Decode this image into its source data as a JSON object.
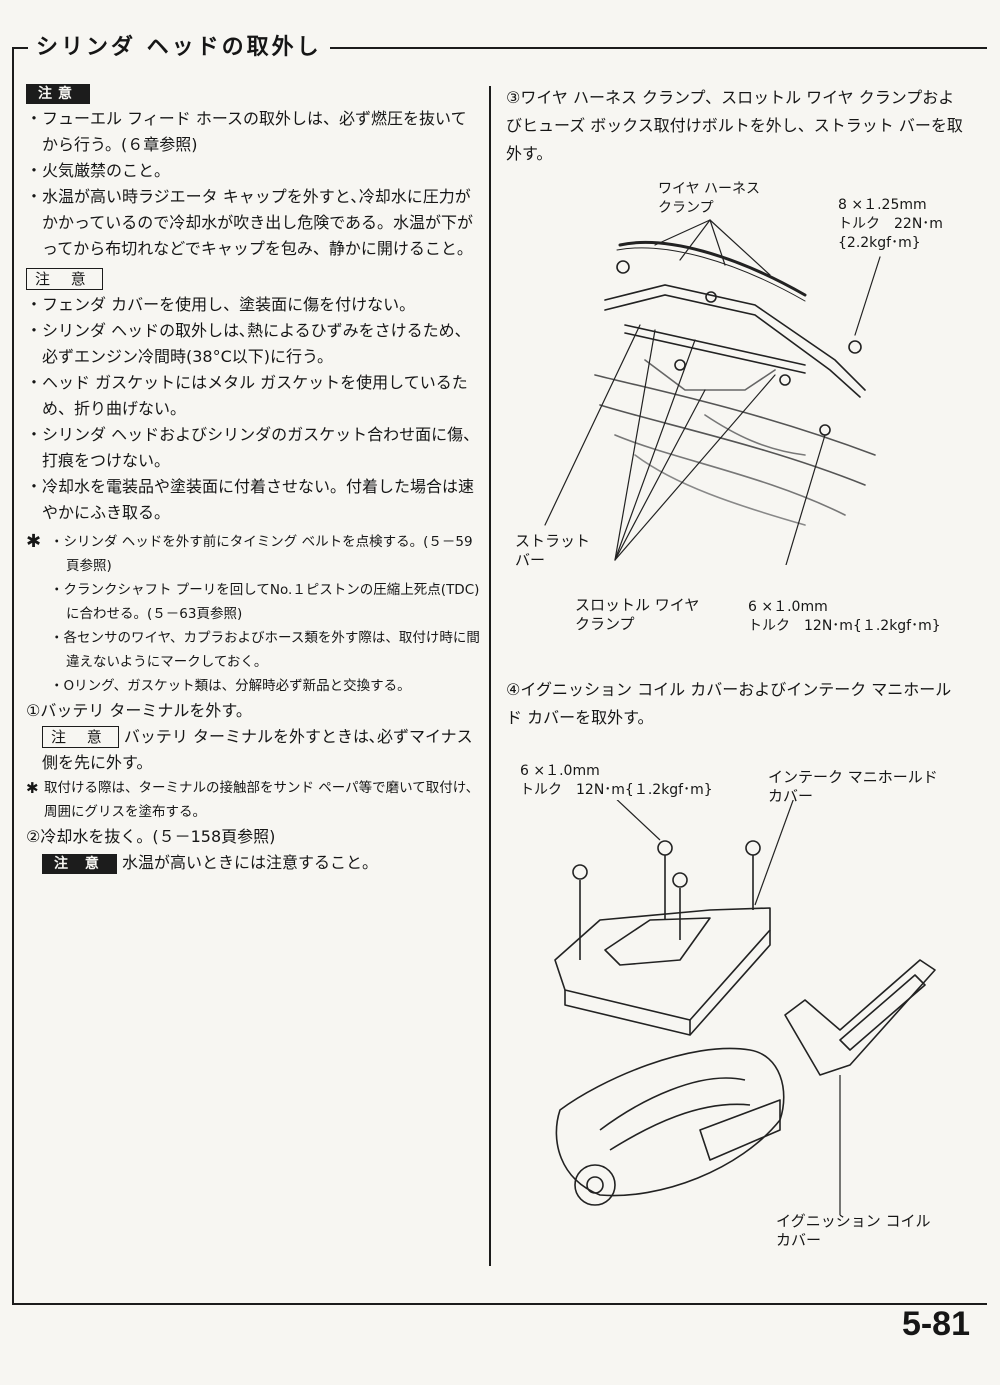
{
  "section": {
    "title": "シリンダ ヘッドの取外し"
  },
  "left": {
    "warning_tag": "注意",
    "warning_items": [
      "・フューエル フィード ホースの取外しは、必ず燃圧を抜いてから行う。(６章参照)",
      "・火気厳禁のこと。",
      "・水温が高い時ラジエータ キャップを外すと､冷却水に圧力がかかっているので冷却水が吹き出し危険である。水温が下がってから布切れなどでキャップを包み、静かに開けること。"
    ],
    "caution_tag": "注 意",
    "caution_items": [
      "・フェンダ カバーを使用し、塗装面に傷を付けない。",
      "・シリンダ ヘッドの取外しは､熱によるひずみをさけるため、必ずエンジン冷間時(38°C以下)に行う。",
      "・ヘッド ガスケットにはメタル ガスケットを使用しているため、折り曲げない。",
      "・シリンダ ヘッドおよびシリンダのガスケット合わせ面に傷、打痕をつけない。",
      "・冷却水を電装品や塗装面に付着させない。付着した場合は速やかにふき取る。"
    ],
    "star_symbol": "✱",
    "star_items": [
      "・シリンダ ヘッドを外す前にタイミング ベルトを点検する。(５－59頁参照)",
      "・クランクシャフト プーリを回してNo.１ピストンの圧縮上死点(TDC)に合わせる。(５－63頁参照)",
      "・各センサのワイヤ、カプラおよびホース類を外す際は、取付け時に間違えないようにマークしておく。",
      "・Oリング、ガスケット類は、分解時必ず新品と交換する。"
    ],
    "step1": "①バッテリ ターミナルを外す。",
    "step1_caution_tag": "注 意",
    "step1_caution": "バッテリ ターミナルを外すときは､必ずマイナス側を先に外す。",
    "step1_star_note": "取付ける際は、ターミナルの接触部をサンド ペーパ等で磨いて取付け、周囲にグリスを塗布する。",
    "step2": "②冷却水を抜く。(５－158頁参照)",
    "step2_warning_tag": "注 意",
    "step2_warning": "水温が高いときには注意すること。"
  },
  "right": {
    "step3": "③ワイヤ ハーネス クランプ、スロットル ワイヤ クランプおよびヒューズ ボックス取付けボルトを外し、ストラット バーを取外す。",
    "fig1": {
      "label_harness": "ワイヤ ハーネス\nクランプ",
      "label_torque_top": "8 ×１.25mm\nトルク　22N･m\n{2.2kgf･m}",
      "label_strut": "ストラット\nバー",
      "label_throttle": "スロットル ワイヤ\nクランプ",
      "label_torque_bottom": "6 ×１.0mm\nトルク　12N･m{１.2kgf･m}"
    },
    "step4": "④イグニッション コイル カバーおよびインテーク マニホールド カバーを取外す。",
    "fig2": {
      "label_torque": "6 ×１.0mm\nトルク　12N･m{１.2kgf･m}",
      "label_intake": "インテーク マニホールド\nカバー",
      "label_coil": "イグニッション コイル\nカバー"
    }
  },
  "page_number": "5-81"
}
